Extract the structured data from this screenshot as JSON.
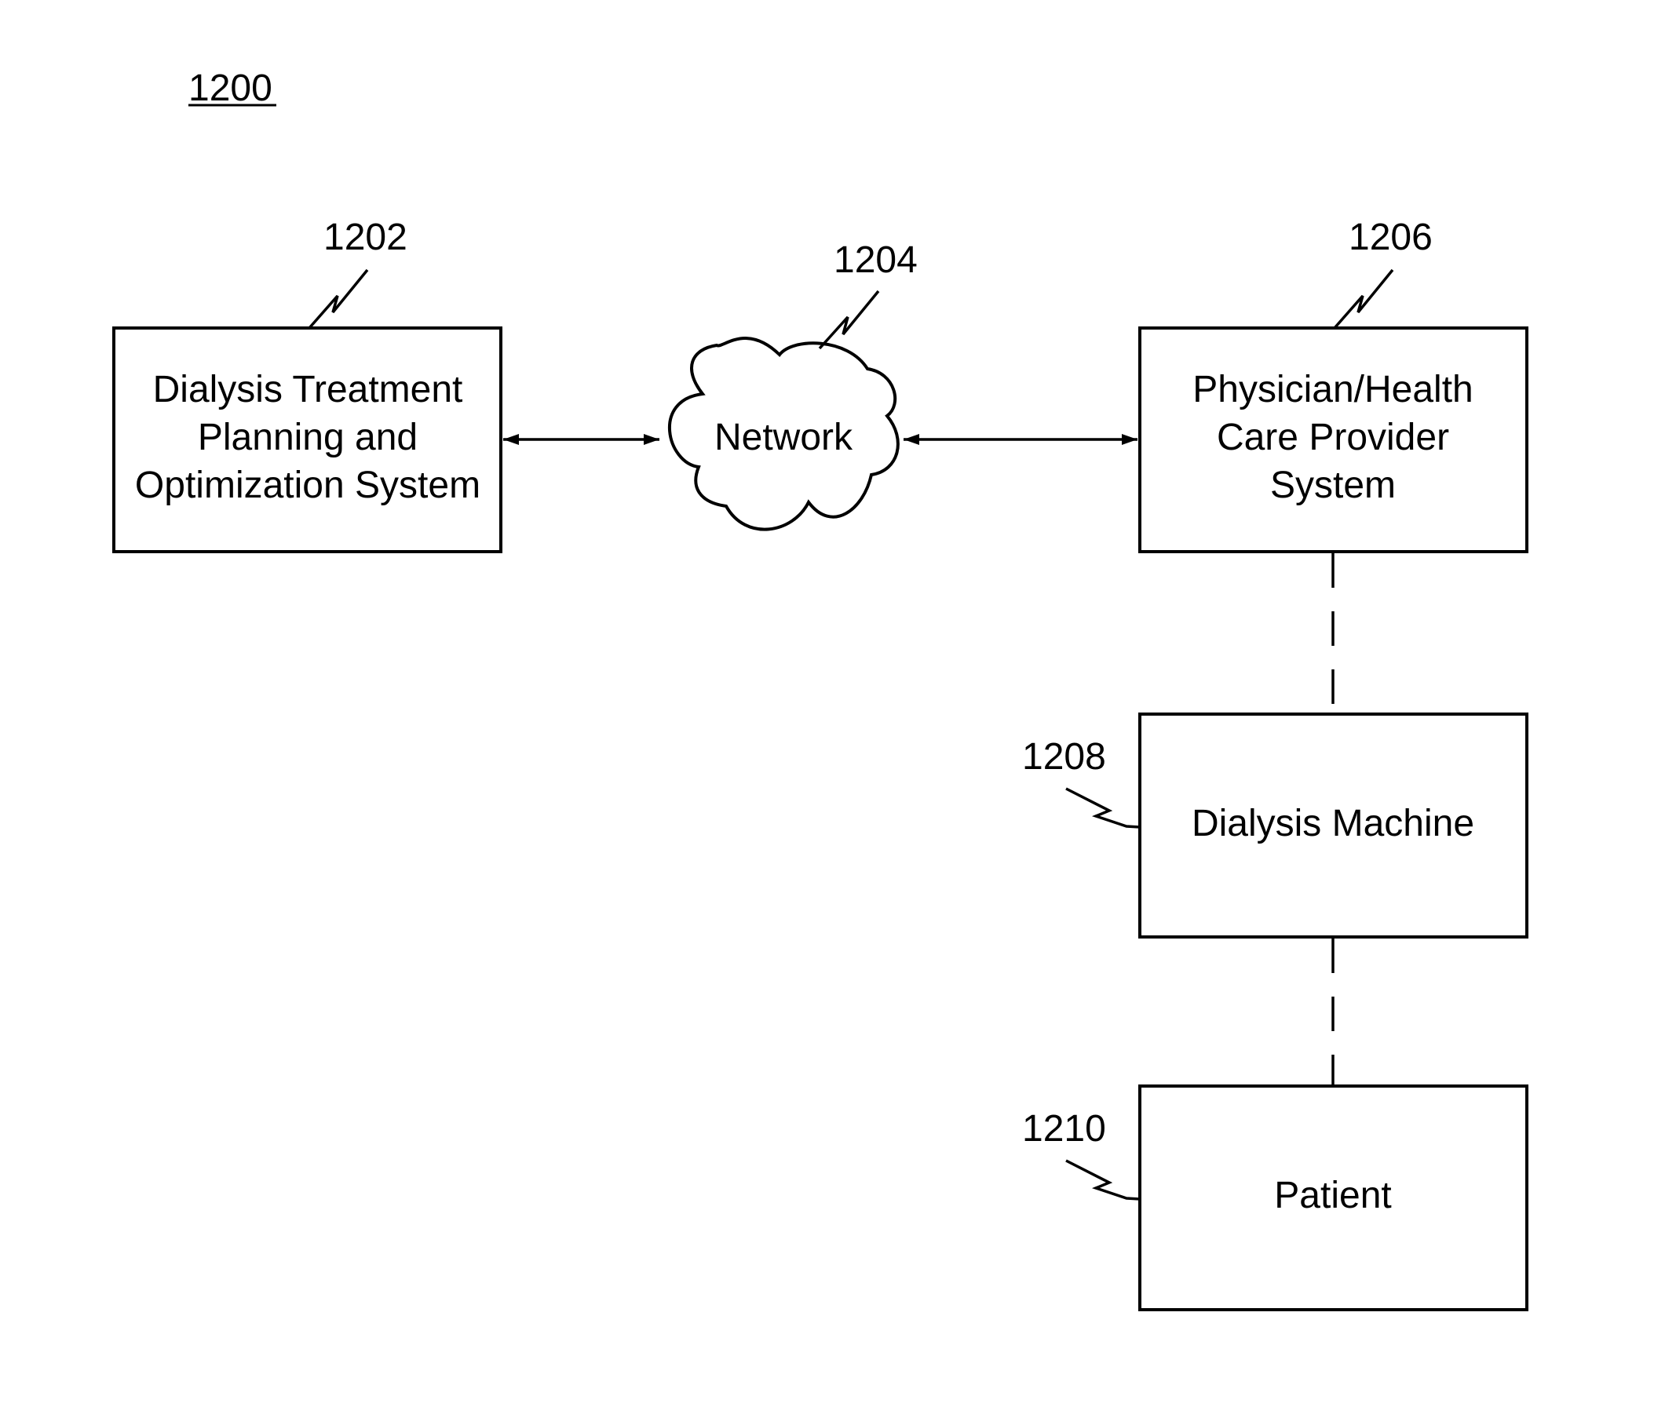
{
  "figure": {
    "number": "1200"
  },
  "nodes": {
    "planning_system": {
      "ref": "1202",
      "lines": [
        "Dialysis Treatment",
        "Planning and",
        "Optimization System"
      ]
    },
    "network": {
      "ref": "1204",
      "label": "Network"
    },
    "provider_system": {
      "ref": "1206",
      "lines": [
        "Physician/Health",
        "Care Provider",
        "System"
      ]
    },
    "dialysis_machine": {
      "ref": "1208",
      "label": "Dialysis Machine"
    },
    "patient": {
      "ref": "1210",
      "label": "Patient"
    }
  },
  "colors": {
    "ink": "#000000",
    "paper": "#ffffff"
  }
}
